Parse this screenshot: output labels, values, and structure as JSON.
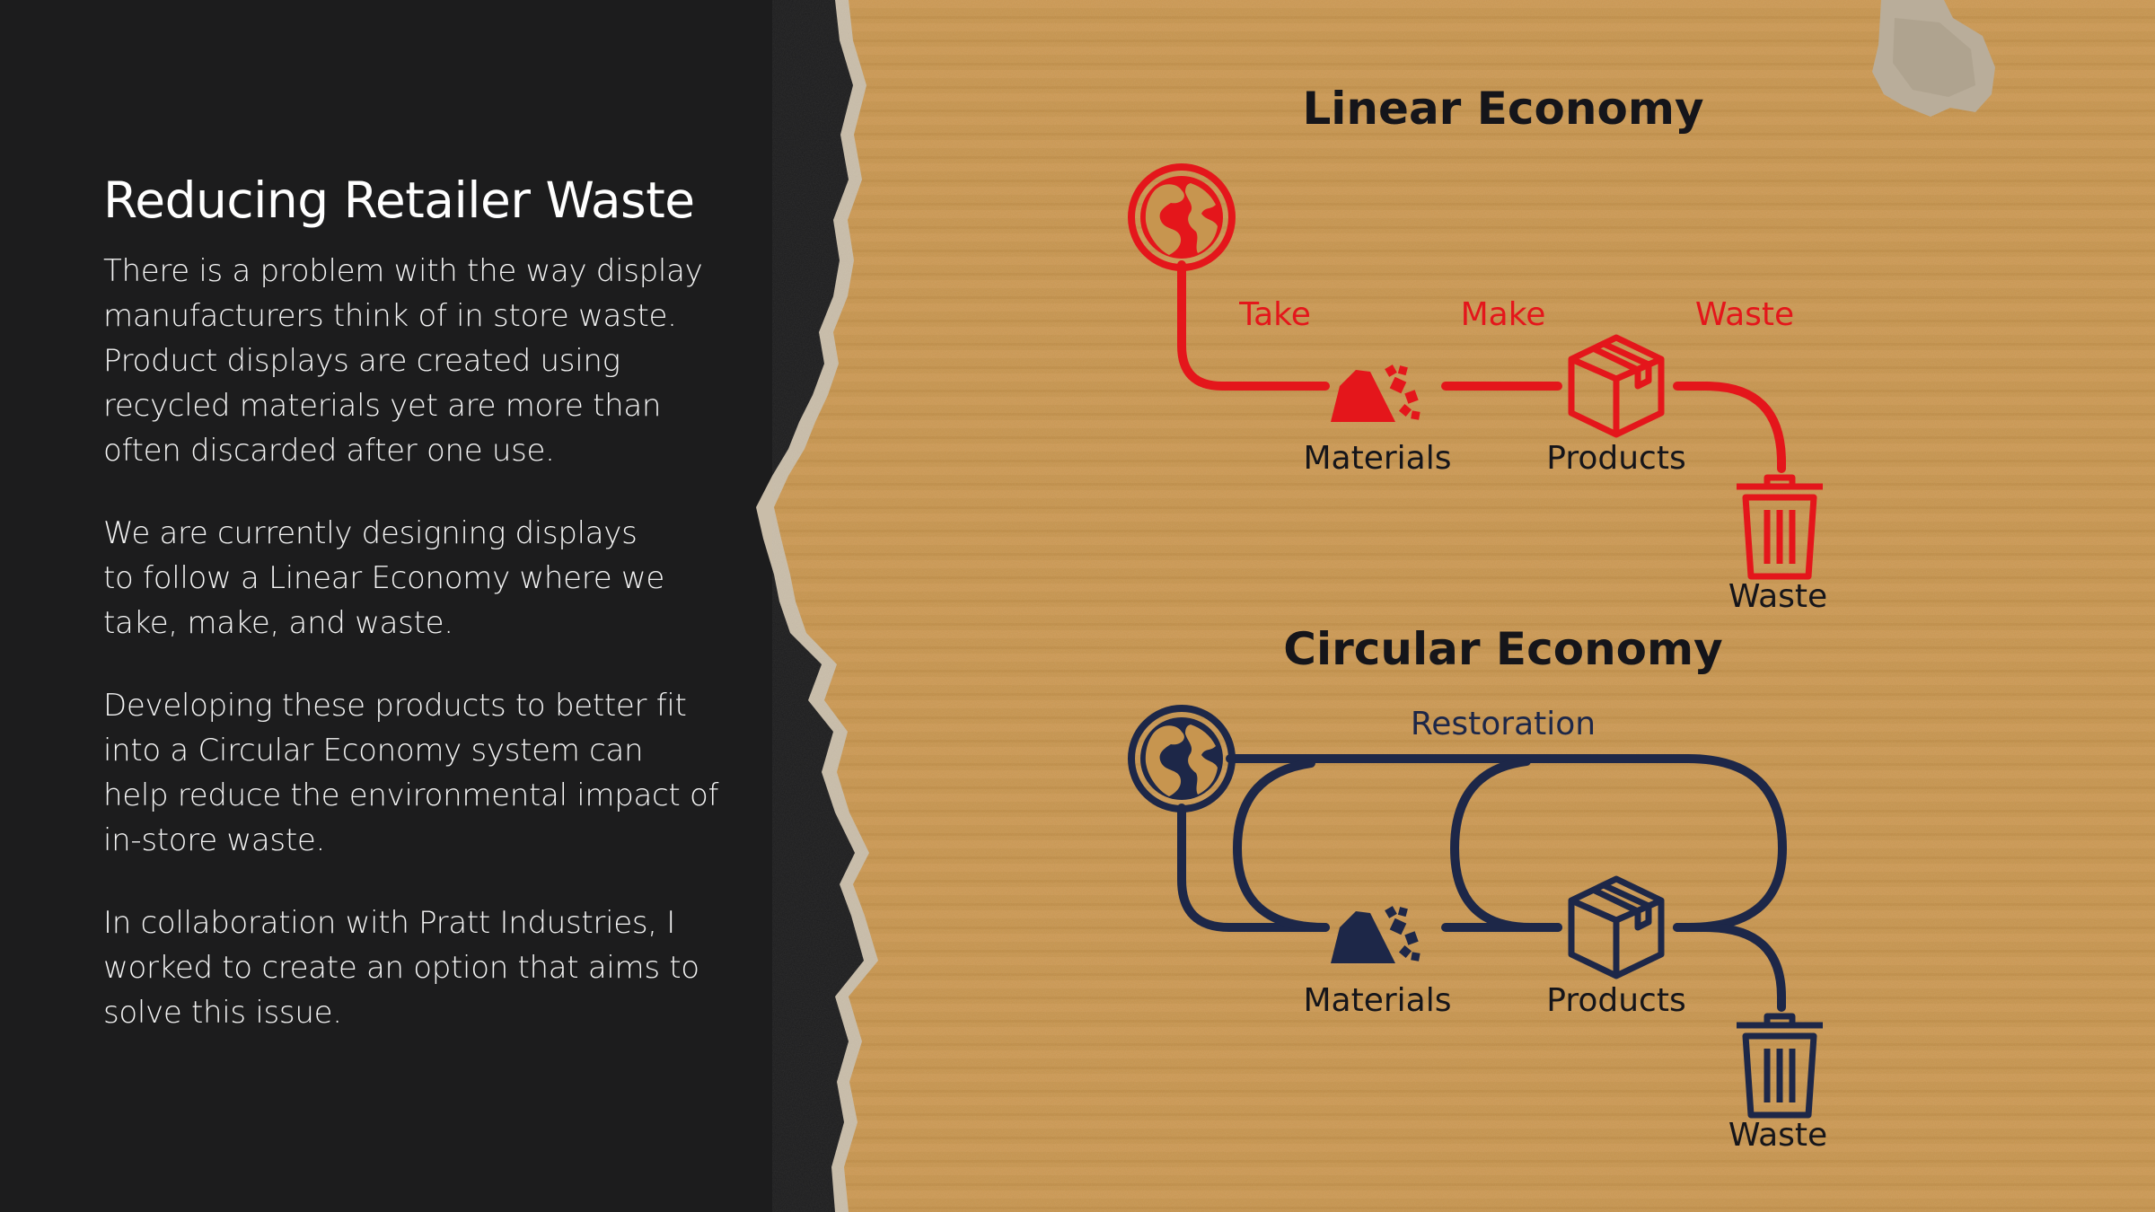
{
  "panel": {
    "heading": "Reducing Retailer Waste",
    "paragraphs": [
      "There is a problem with the way display\nmanufacturers think of in store waste.\nProduct displays are created using\nrecycled materials yet are more than\noften discarded after one use.",
      "We are currently designing displays\nto follow a Linear Economy where we\ntake, make, and waste.",
      "Developing these products to better fit\ninto a Circular Economy system can\nhelp reduce the environmental impact of\nin-store waste.",
      "In collaboration with Pratt Industries, I\nworked to create an option that aims to\nsolve this issue."
    ]
  },
  "linear": {
    "title": "Linear Economy",
    "color": "#e4161b",
    "flow_labels": [
      "Take",
      "Make",
      "Waste"
    ],
    "nodes": {
      "materials": "Materials",
      "products": "Products",
      "waste": "Waste"
    },
    "icons": [
      "globe-icon",
      "rubble-icon",
      "box-icon",
      "trash-can-icon"
    ]
  },
  "circular": {
    "title": "Circular Economy",
    "color": "#1d2748",
    "flow_label": "Restoration",
    "nodes": {
      "materials": "Materials",
      "products": "Products",
      "waste": "Waste"
    },
    "icons": [
      "globe-icon",
      "rubble-icon",
      "box-icon",
      "trash-can-icon"
    ]
  },
  "background": {
    "left_color": "#1c1c1d",
    "cardboard_color": "#c7954f"
  }
}
